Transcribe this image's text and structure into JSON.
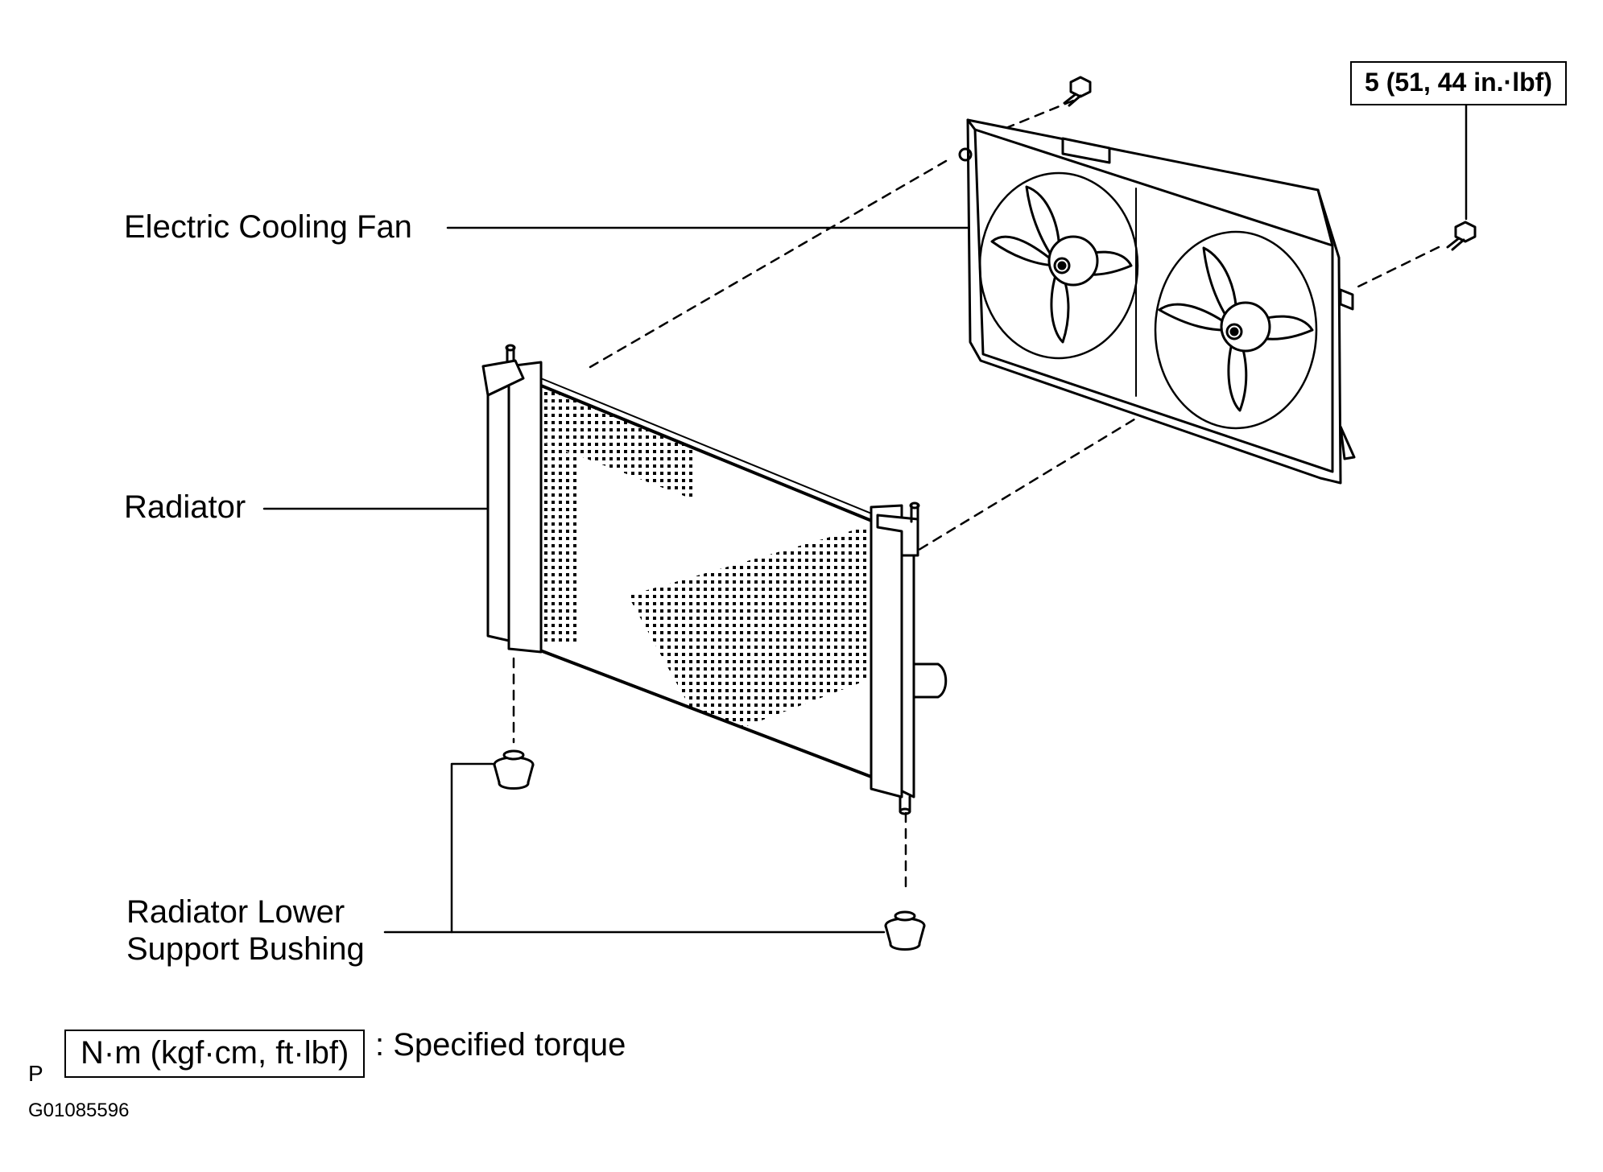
{
  "labels": {
    "fan": "Electric Cooling Fan",
    "radiator": "Radiator",
    "bushing_line1": "Radiator Lower",
    "bushing_line2": "Support Bushing"
  },
  "torque_callout": "5 (51, 44 in.·lbf)",
  "legend": {
    "units": "N·m (kgf·cm, ft·lbf)",
    "description": ": Specified torque"
  },
  "footer": {
    "letter": "P",
    "figure_id": "G01085596"
  }
}
